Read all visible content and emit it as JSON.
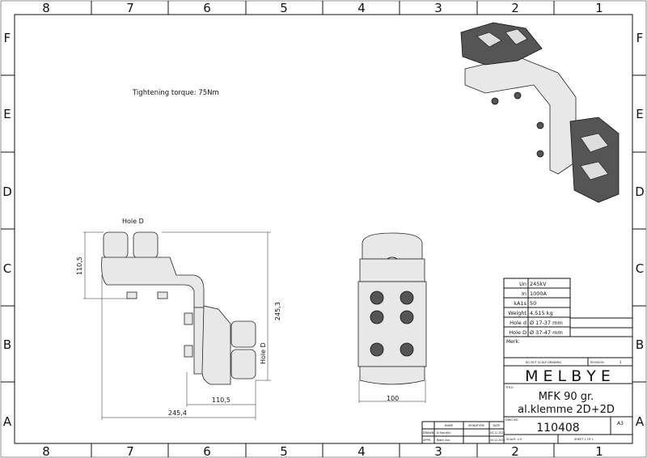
{
  "border": {
    "columns": [
      "8",
      "7",
      "6",
      "5",
      "4",
      "3",
      "2",
      "1"
    ],
    "rows": [
      "F",
      "E",
      "D",
      "C",
      "B",
      "A"
    ]
  },
  "note": "Tightening torque: 75Nm",
  "side_view": {
    "label_top": "Hole D",
    "label_right": "Hole D",
    "dim_height_left": "110,5",
    "dim_height_right": "245,3",
    "dim_width_inner": "110,5",
    "dim_width_total": "245,4"
  },
  "front_view": {
    "dim_width": "100"
  },
  "specs": [
    {
      "label": "Un",
      "value": "245kV"
    },
    {
      "label": "In",
      "value": "1000A"
    },
    {
      "label": "kA1s",
      "value": "50"
    },
    {
      "label": "Weight",
      "value": "4,515 kg"
    },
    {
      "label": "Hole d",
      "value": "Ø 17-37 mm"
    },
    {
      "label": "Hole D",
      "value": "Ø 37-47 mm"
    }
  ],
  "title_block": {
    "mark_label": "Merk:",
    "do_not_scale": "DO NOT SCALE DRAWING",
    "revision_label": "REVISION",
    "revision": "1",
    "company": "M E L B Y E",
    "title_label": "TITLE:",
    "title_line1": "MFK 90 gr.",
    "title_line2": "al.klemme 2D+2D",
    "dwg_no_label": "DWG NO.",
    "dwg_no": "110408",
    "size": "A3",
    "scale": "SCALE: 2:5",
    "sheet": "SHEET 1 OF 1",
    "headers": [
      "NAME",
      "SIGNATURE",
      "DATE"
    ],
    "rows": [
      {
        "role": "DRAWN",
        "name": "N.Sandler",
        "date": "04.12.2020"
      },
      {
        "role": "APPR.",
        "name": "Bjørn Ass",
        "date": "04.12.2020"
      }
    ]
  }
}
